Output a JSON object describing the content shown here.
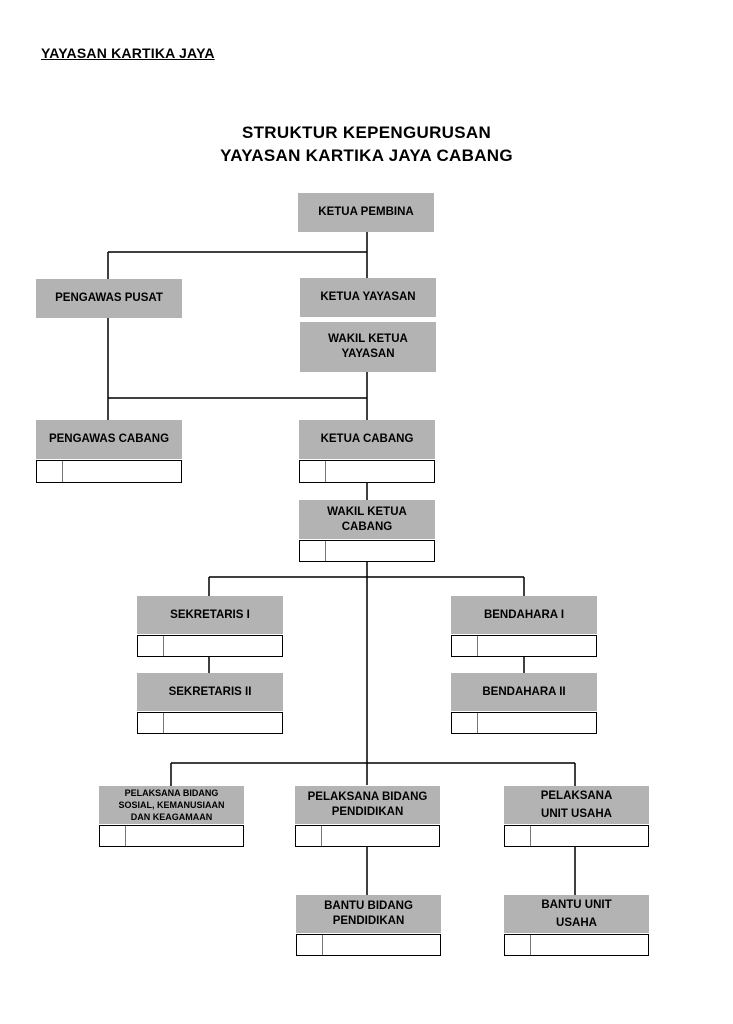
{
  "header": {
    "organization": "YAYASAN KARTIKA JAYA"
  },
  "title": {
    "line1": "STRUKTUR KEPENGURUSAN",
    "line2": "YAYASAN KARTIKA JAYA CABANG"
  },
  "boxes": {
    "ketua_pembina": "KETUA PEMBINA",
    "pengawas_pusat": "PENGAWAS PUSAT",
    "ketua_yayasan": "KETUA YAYASAN",
    "wakil_ketua_yayasan_l1": "WAKIL KETUA",
    "wakil_ketua_yayasan_l2": "YAYASAN",
    "pengawas_cabang": "PENGAWAS CABANG",
    "ketua_cabang": "KETUA CABANG",
    "wakil_ketua_cabang_l1": "WAKIL KETUA",
    "wakil_ketua_cabang_l2": "CABANG",
    "sekretaris_1": "SEKRETARIS I",
    "sekretaris_2": "SEKRETARIS II",
    "bendahara_1": "BENDAHARA I",
    "bendahara_2": "BENDAHARA II",
    "pelaksana_sosial_l1": "PELAKSANA BIDANG",
    "pelaksana_sosial_l2": "SOSIAL, KEMANUSIAAN",
    "pelaksana_sosial_l3": "DAN KEAGAMAAN",
    "pelaksana_pendidikan_l1": "PELAKSANA BIDANG",
    "pelaksana_pendidikan_l2": "PENDIDIKAN",
    "pelaksana_usaha_l1": "PELAKSANA",
    "pelaksana_usaha_l2": "UNIT USAHA",
    "bantu_pendidikan_l1": "BANTU BIDANG",
    "bantu_pendidikan_l2": "PENDIDIKAN",
    "bantu_usaha_l1": "BANTU UNIT",
    "bantu_usaha_l2": "USAHA"
  }
}
